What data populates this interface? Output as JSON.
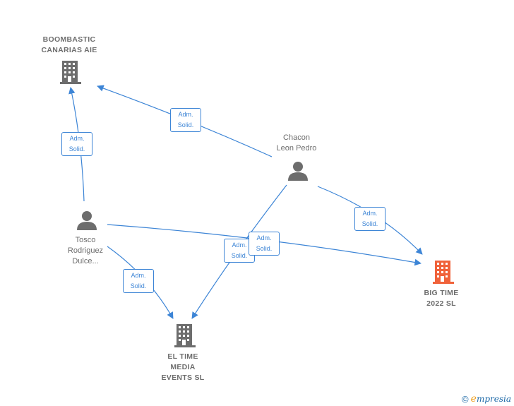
{
  "nodes": {
    "boombastic": {
      "line1": "BOOMBASTIC",
      "line2": "CANARIAS AIE"
    },
    "chacon": {
      "line1": "Chacon",
      "line2": "Leon Pedro"
    },
    "tosco": {
      "line1": "Tosco",
      "line2": "Rodriguez",
      "line3": "Dulce..."
    },
    "bigtime": {
      "line1": "BIG TIME",
      "line2": "2022  SL"
    },
    "eltime": {
      "line1": "EL TIME",
      "line2": "MEDIA",
      "line3": "EVENTS  SL"
    }
  },
  "edges": {
    "chacon_boombastic": {
      "line1": "Adm.",
      "line2": "Solid."
    },
    "tosco_boombastic": {
      "line1": "Adm.",
      "line2": "Solid."
    },
    "chacon_bigtime": {
      "line1": "Adm.",
      "line2": "Solid."
    },
    "tosco_bigtime": {
      "line1": "Adm.",
      "line2": "Solid."
    },
    "chacon_eltime": {
      "line1": "Adm.",
      "line2": "Solid."
    },
    "tosco_eltime": {
      "line1": "Adm.",
      "line2": "Solid."
    }
  },
  "colors": {
    "edge": "#3d85d6",
    "icon_default": "#6d6d6d",
    "icon_highlight": "#f0623a"
  },
  "footer": {
    "copyright": "©",
    "brand_initial": "e",
    "brand_rest": "mpresia"
  },
  "icons": {
    "company": "building-icon",
    "person": "person-icon"
  }
}
